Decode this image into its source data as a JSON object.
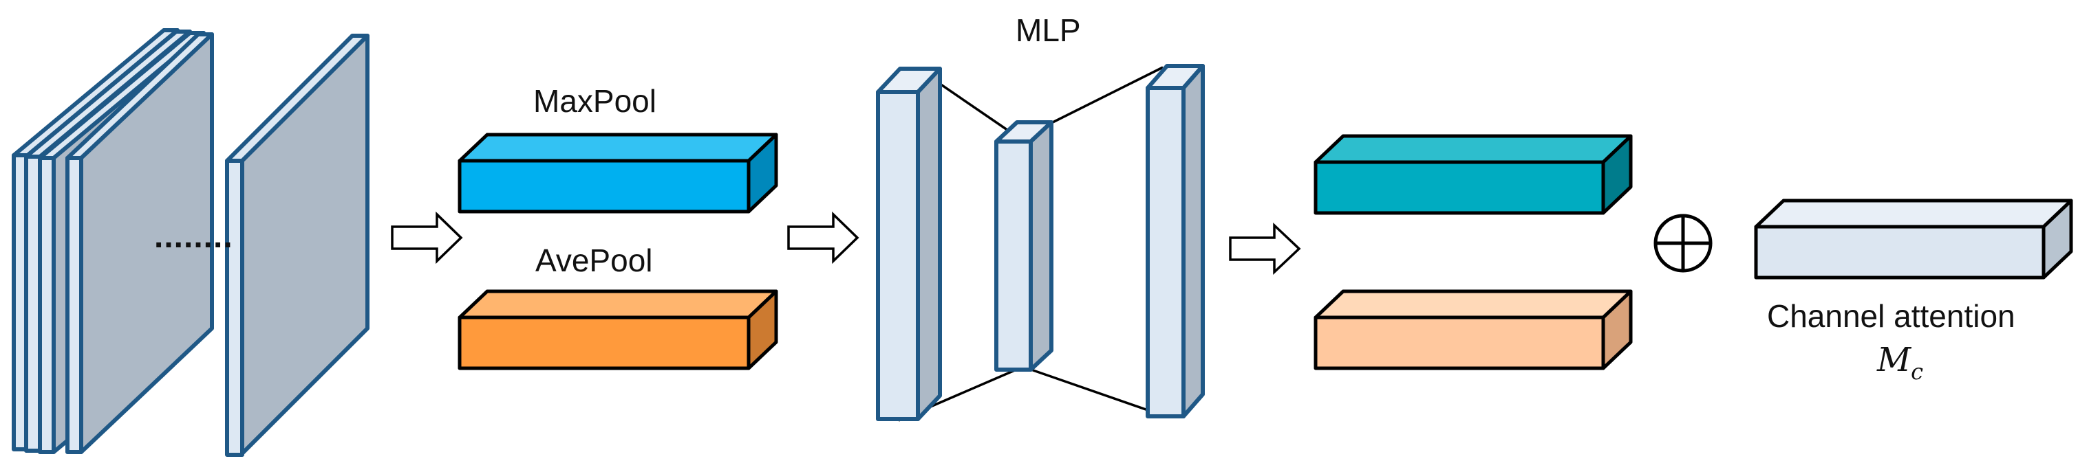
{
  "labels": {
    "maxpool": "MaxPool",
    "avepool": "AvePool",
    "mlp": "MLP",
    "channel_attention": "Channel attention",
    "mc_base": "M",
    "mc_sub": "c",
    "ellipsis": "........"
  },
  "colors": {
    "feature_map_face": "#ADB9C6",
    "feature_map_side": "#DDE8F3",
    "feature_map_edge": "#1F5886",
    "maxpool_front": "#00B0F0",
    "maxpool_top": "#33C2F3",
    "maxpool_side": "#0088BB",
    "avepool_front": "#FF9A3C",
    "avepool_top": "#FFB56E",
    "avepool_side": "#CC7A30",
    "teal_front": "#00ACC1",
    "teal_top": "#2DBECD",
    "teal_side": "#007C8C",
    "peach_front": "#FFC89E",
    "peach_top": "#FFD9B8",
    "peach_side": "#D9A27A",
    "attention_front": "#DCE6F1",
    "attention_top": "#E8EFF7",
    "attention_side": "#B8C4D0"
  },
  "icons": [
    "right-arrow-icon",
    "circled-plus-icon"
  ]
}
